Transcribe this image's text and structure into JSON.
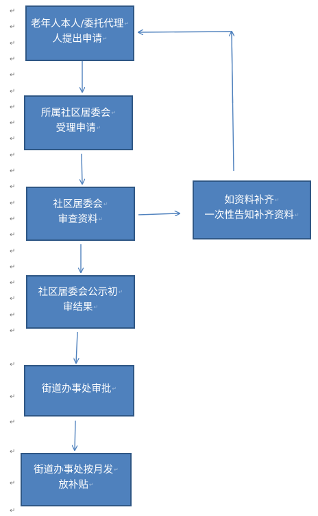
{
  "boxes": {
    "apply": {
      "line1": "老年人本人/委托代理",
      "line2": "人提出申请"
    },
    "accept": {
      "line1": "所属社区居委会",
      "line2": "受理申请"
    },
    "review": {
      "line1": "社区居委会",
      "line2": "审查资料"
    },
    "supplement": {
      "line1": "如资料补齐",
      "line2": "一次性告知补齐资料"
    },
    "publicize": {
      "line1": "社区居委会公示初",
      "line2": "审结果"
    },
    "approve": {
      "line1": "街道办事处审批"
    },
    "pay": {
      "line1": "街道办事处按月发",
      "line2": "放补贴"
    }
  },
  "paragraph_mark": "↵"
}
